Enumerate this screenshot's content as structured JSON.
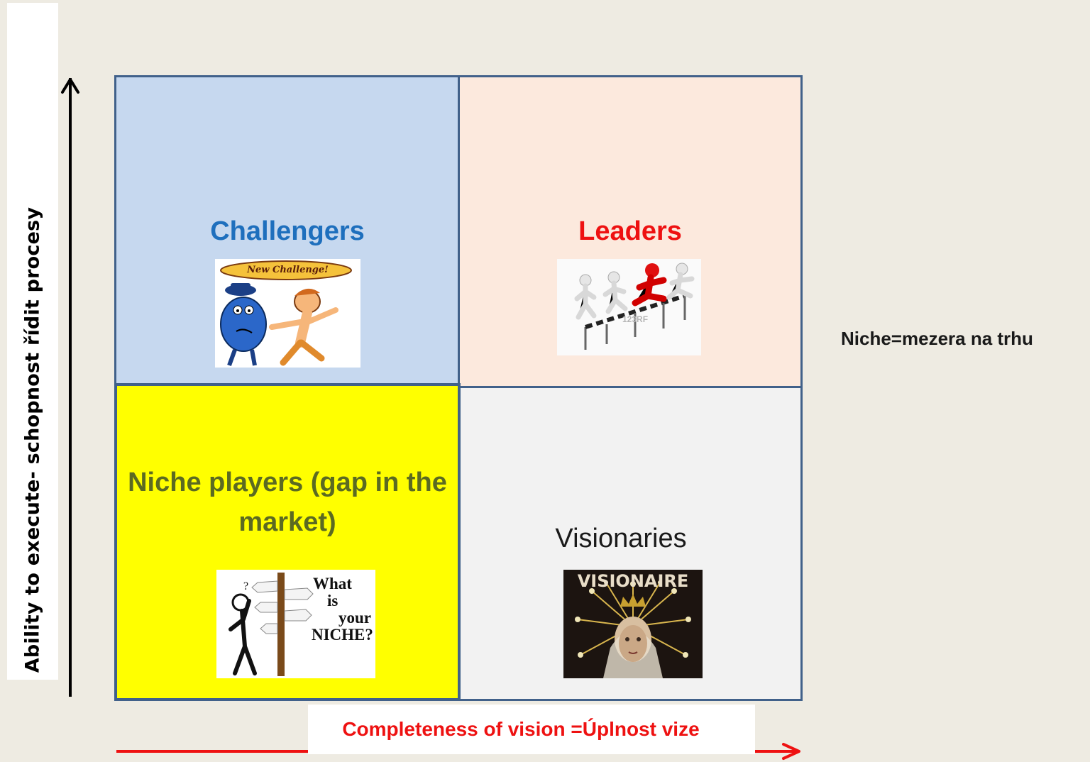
{
  "axes": {
    "y_label": "Ability to execute- schopnost řídit procesy",
    "x_label": "Completeness of vision =Úplnost vize"
  },
  "quadrants": {
    "challengers": {
      "title": "Challengers",
      "color": "#1e6fbd",
      "fill": "#c6d8ef",
      "icon": "challenge-cartoon"
    },
    "leaders": {
      "title": "Leaders",
      "color": "#ee1111",
      "fill": "#fce9dd",
      "icon": "hurdle-runners"
    },
    "niche": {
      "title": "Niche players (gap in the market)",
      "color": "#5b6a22",
      "fill": "#ffff00",
      "icon": "signpost-figure"
    },
    "visionaries": {
      "title": "Visionaries",
      "color": "#1a1a1a",
      "fill": "#f2f2f2",
      "icon": "visionaire-cover"
    }
  },
  "pictures": {
    "challengers_banner": "New Challenge!",
    "leaders_watermark": "123RF",
    "niche_question": [
      "What",
      "is",
      "your",
      "NICHE?"
    ],
    "visionaries_masthead": "VISIONAIRE"
  },
  "side_note": "Niche=mezera na trhu",
  "colors": {
    "background": "#eeebe2",
    "grid_border": "#41618a",
    "x_axis": "#ee1111",
    "y_axis": "#000000"
  }
}
